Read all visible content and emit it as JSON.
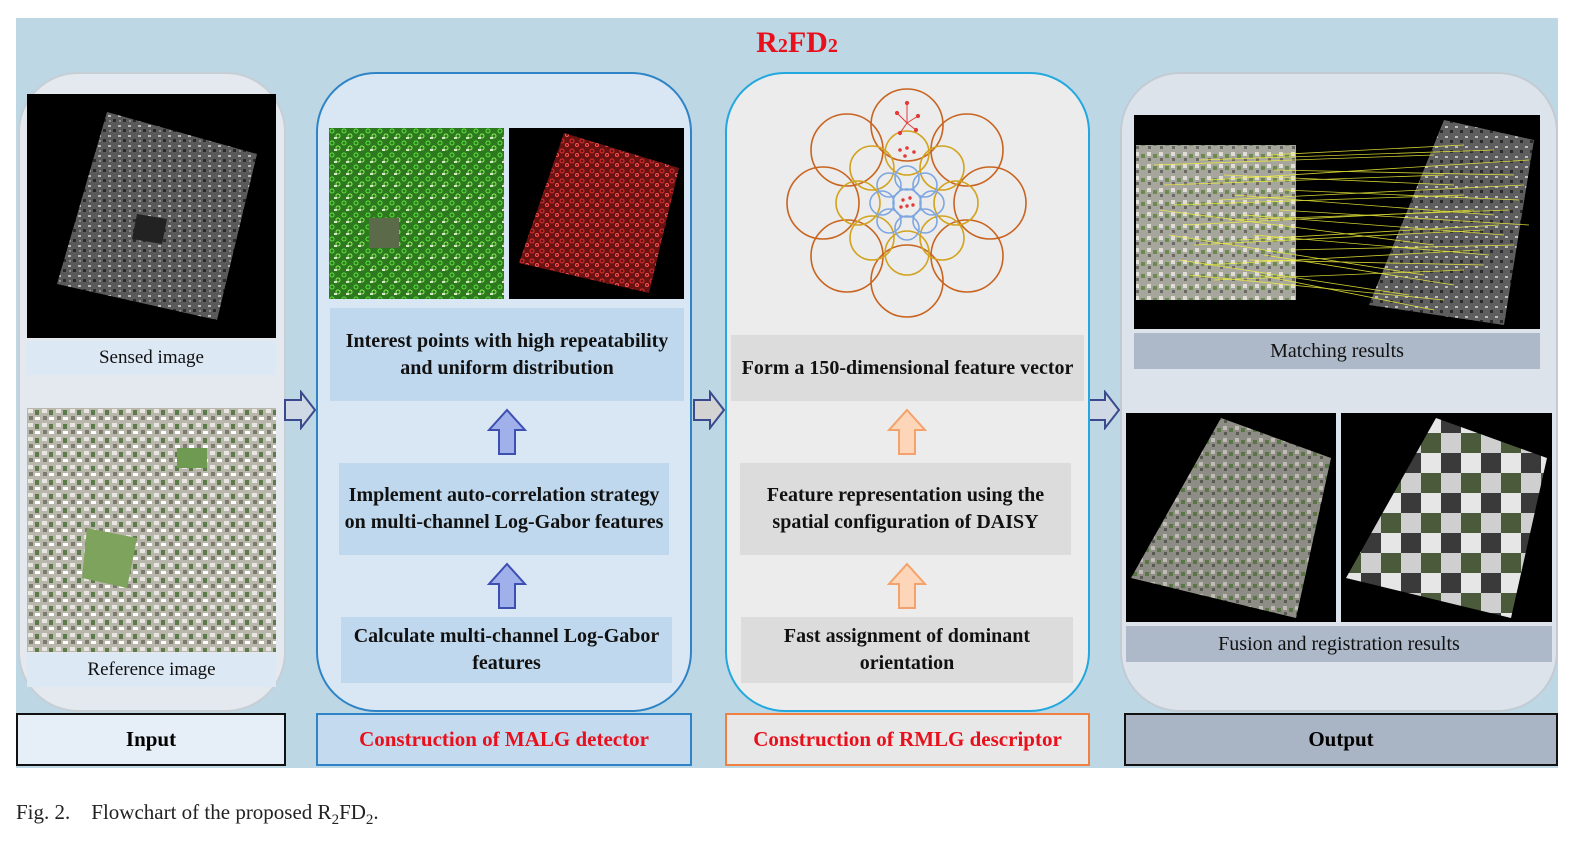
{
  "title": {
    "main_a": "R",
    "sub_a": "2",
    "main_b": "FD",
    "sub_b": "2"
  },
  "input": {
    "sensed_caption": "Sensed image",
    "reference_caption": "Reference image",
    "label": "Input"
  },
  "malg": {
    "step_top": "Interest points with high repeatability and uniform distribution",
    "step_middle": "Implement auto-correlation strategy on multi-channel Log-Gabor features",
    "step_bottom": "Calculate multi-channel Log-Gabor features",
    "label": "Construction of MALG detector"
  },
  "rmlg": {
    "step_top": "Form a 150-dimensional feature vector",
    "step_middle": "Feature representation using the spatial configuration of DAISY",
    "step_bottom": "Fast assignment of dominant orientation",
    "label": "Construction of RMLG descriptor"
  },
  "output": {
    "matching_caption": "Matching results",
    "fusion_caption": "Fusion and registration results",
    "label": "Output"
  },
  "figure_caption": {
    "prefix": "Fig. 2.",
    "text": "Flowchart of the proposed R",
    "sub1": "2",
    "mid": "FD",
    "sub2": "2",
    "end": "."
  },
  "colors": {
    "accent_red": "#e8101c",
    "malg_border": "#2e84c6",
    "rmlg_border": "#22a8de",
    "rmlg_label_border": "#f08040",
    "blue_arrow": "#6f7fd6",
    "orange_arrow": "#f7b78a"
  }
}
